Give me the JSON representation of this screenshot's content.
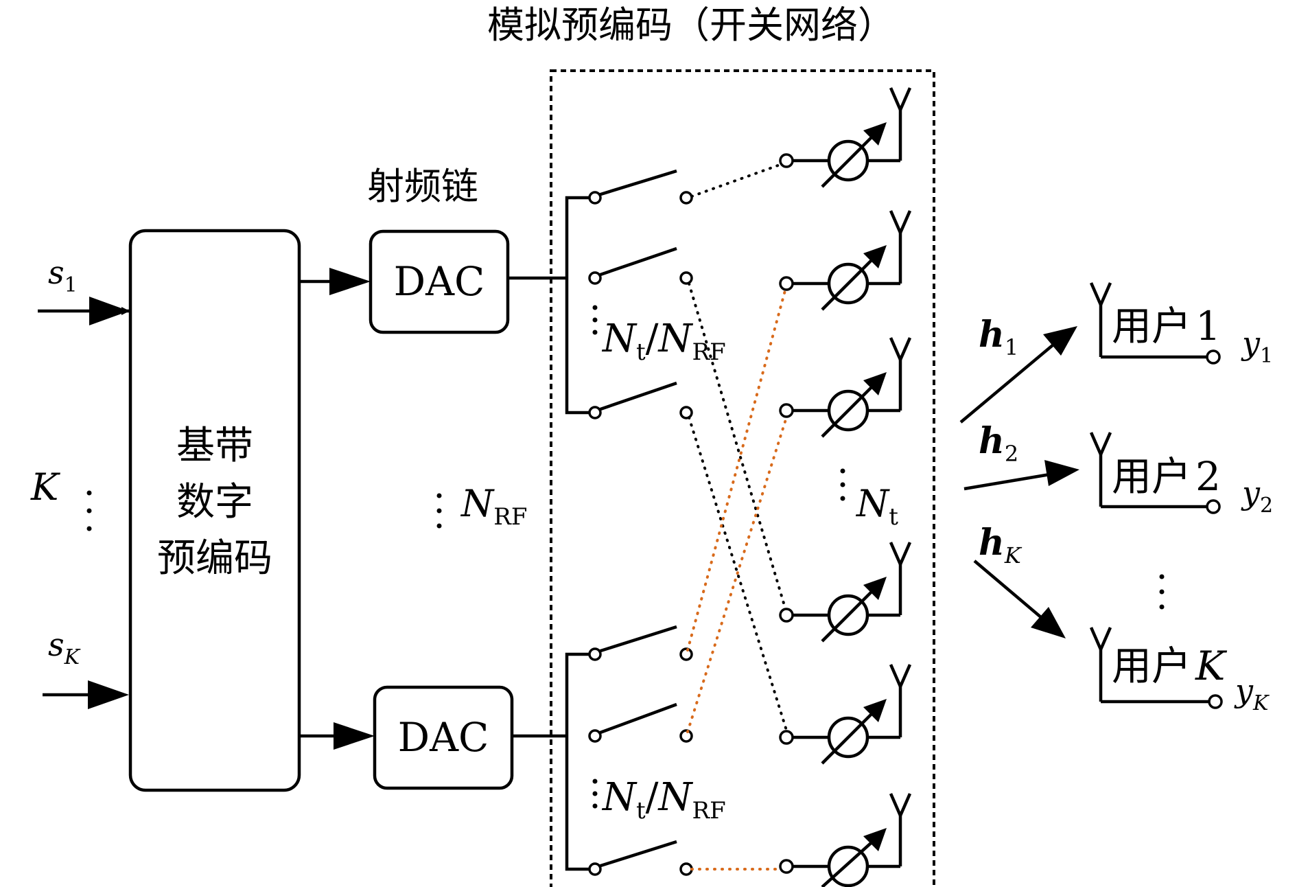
{
  "title": "模拟预编码（开关网络）",
  "baseband": {
    "lines": [
      "基带",
      "数字",
      "预编码"
    ]
  },
  "rf_chain_label": "射频链",
  "dac_label": "DAC",
  "inputs": {
    "count_label": "K",
    "s1": {
      "base": "s",
      "sub": "1"
    },
    "sK": {
      "base": "s",
      "sub": "K"
    }
  },
  "nrf_label": {
    "base": "N",
    "sub": "RF"
  },
  "switch_group_label": {
    "num": "N",
    "num_sub": "t",
    "slash": "/",
    "den": "N",
    "den_sub": "RF"
  },
  "antenna_count_label": {
    "base": "N",
    "sub": "t"
  },
  "channels": [
    {
      "base": "h",
      "sub": "1"
    },
    {
      "base": "h",
      "sub": "2"
    },
    {
      "base": "h",
      "sub": "K"
    }
  ],
  "users": [
    {
      "prefix": "用户",
      "index": "1",
      "output": {
        "base": "y",
        "sub": "1"
      }
    },
    {
      "prefix": "用户",
      "index": "2",
      "output": {
        "base": "y",
        "sub": "2"
      }
    },
    {
      "prefix": "用户",
      "index": "K",
      "output": {
        "base": "y",
        "sub": "K"
      }
    }
  ],
  "colors": {
    "line": "#000000",
    "highlight_connection": "#d86a1b"
  }
}
